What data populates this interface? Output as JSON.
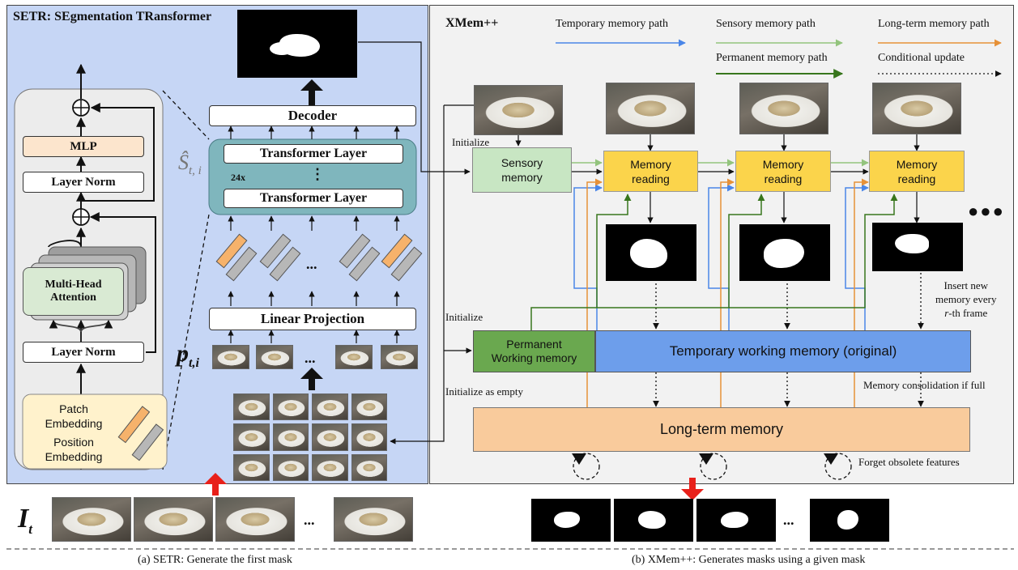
{
  "setr": {
    "title": "SETR: SEgmentation TRansformer",
    "decoder": "Decoder",
    "transformer_layer_top": "Transformer Layer",
    "transformer_layer_bottom": "Transformer Layer",
    "repeat": "24x",
    "s_label": "Ŝ",
    "s_sub": "t, i",
    "linear_projection": "Linear Projection",
    "p_label": "p",
    "p_sub": "t,i",
    "mlp": "MLP",
    "layer_norm_top": "Layer Norm",
    "layer_norm_bottom": "Layer Norm",
    "mha_line1": "Multi-Head",
    "mha_line2": "Attention",
    "patch_embedding": "Patch Embedding",
    "position_embedding": "Position Embedding",
    "ellipsis": "...",
    "vdots": "⋮"
  },
  "xmem": {
    "title": "XMem++",
    "legend": {
      "temporary": "Temporary memory path",
      "sensory": "Sensory memory path",
      "longterm": "Long-term memory path",
      "permanent": "Permanent memory path",
      "conditional": "Conditional update"
    },
    "initialize_top": "Initialize",
    "initialize_mid": "Initialize",
    "initialize_empty": "Initialize as empty",
    "sensory_memory": "Sensory memory",
    "memory_reading": "Memory reading",
    "insert_line1": "Insert new",
    "insert_line2": "memory every",
    "insert_line3_italic": "r",
    "insert_line3_rest": "-th frame",
    "permanent_line1": "Permanent",
    "permanent_line2": "Working memory",
    "temporary_working": "Temporary working memory (original)",
    "consolidation": "Memory consolidation if full",
    "long_term": "Long-term memory",
    "forget": "Forget obsolete features",
    "ellipsis": "●●●"
  },
  "bottom": {
    "i_label": "I",
    "i_sub": "t",
    "ellipsis_left": "...",
    "ellipsis_right": "...",
    "caption_a": "(a) SETR: Generate the first mask",
    "caption_b": "(b) XMem++: Generates masks using a given mask"
  },
  "colors": {
    "temporary": "#4a86e8",
    "sensory": "#93c47d",
    "longterm": "#e69138",
    "permanent": "#38761d",
    "highlight_red": "#e8201a",
    "temporary_box": "#6d9eeb",
    "permanent_box": "#6aa84f",
    "longterm_box": "#f9cb9c",
    "mlp_box": "#fce5cd"
  }
}
